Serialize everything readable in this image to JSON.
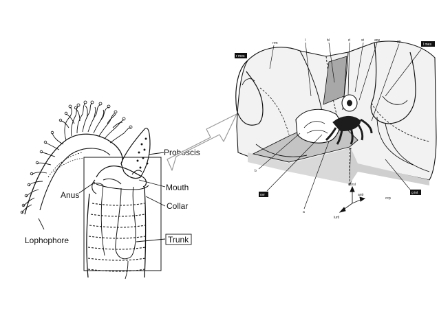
{
  "colors": {
    "background": "#ffffff",
    "ink": "#111111",
    "shade": "#b5b5b5",
    "dark_fill": "#1c1c1c"
  },
  "left_figure": {
    "labels": {
      "proboscis": "Proboscis",
      "mouth": "Mouth",
      "anus": "Anus",
      "collar": "Collar",
      "trunk": "Trunk",
      "lophophore": "Lophophore"
    }
  },
  "right_figure": {
    "boxed_labels": {
      "top_left": "r mes",
      "top_right": "l mes",
      "bottom_left": "ovr",
      "bottom_right": "g int"
    },
    "small_labels": {
      "top_1": "rrm",
      "top_2": "l",
      "top_3": "bl",
      "top_4": "d",
      "top_5": "st",
      "top_6": "ane",
      "top_7": "gp",
      "left_side": "b",
      "bottom_1": "a",
      "bottom_2": "ccp"
    },
    "axis_labels": {
      "up": "dorsl",
      "right": "antr",
      "down": "lurtl"
    }
  },
  "arrow": {
    "icon": "hollow-arrow-icon"
  }
}
